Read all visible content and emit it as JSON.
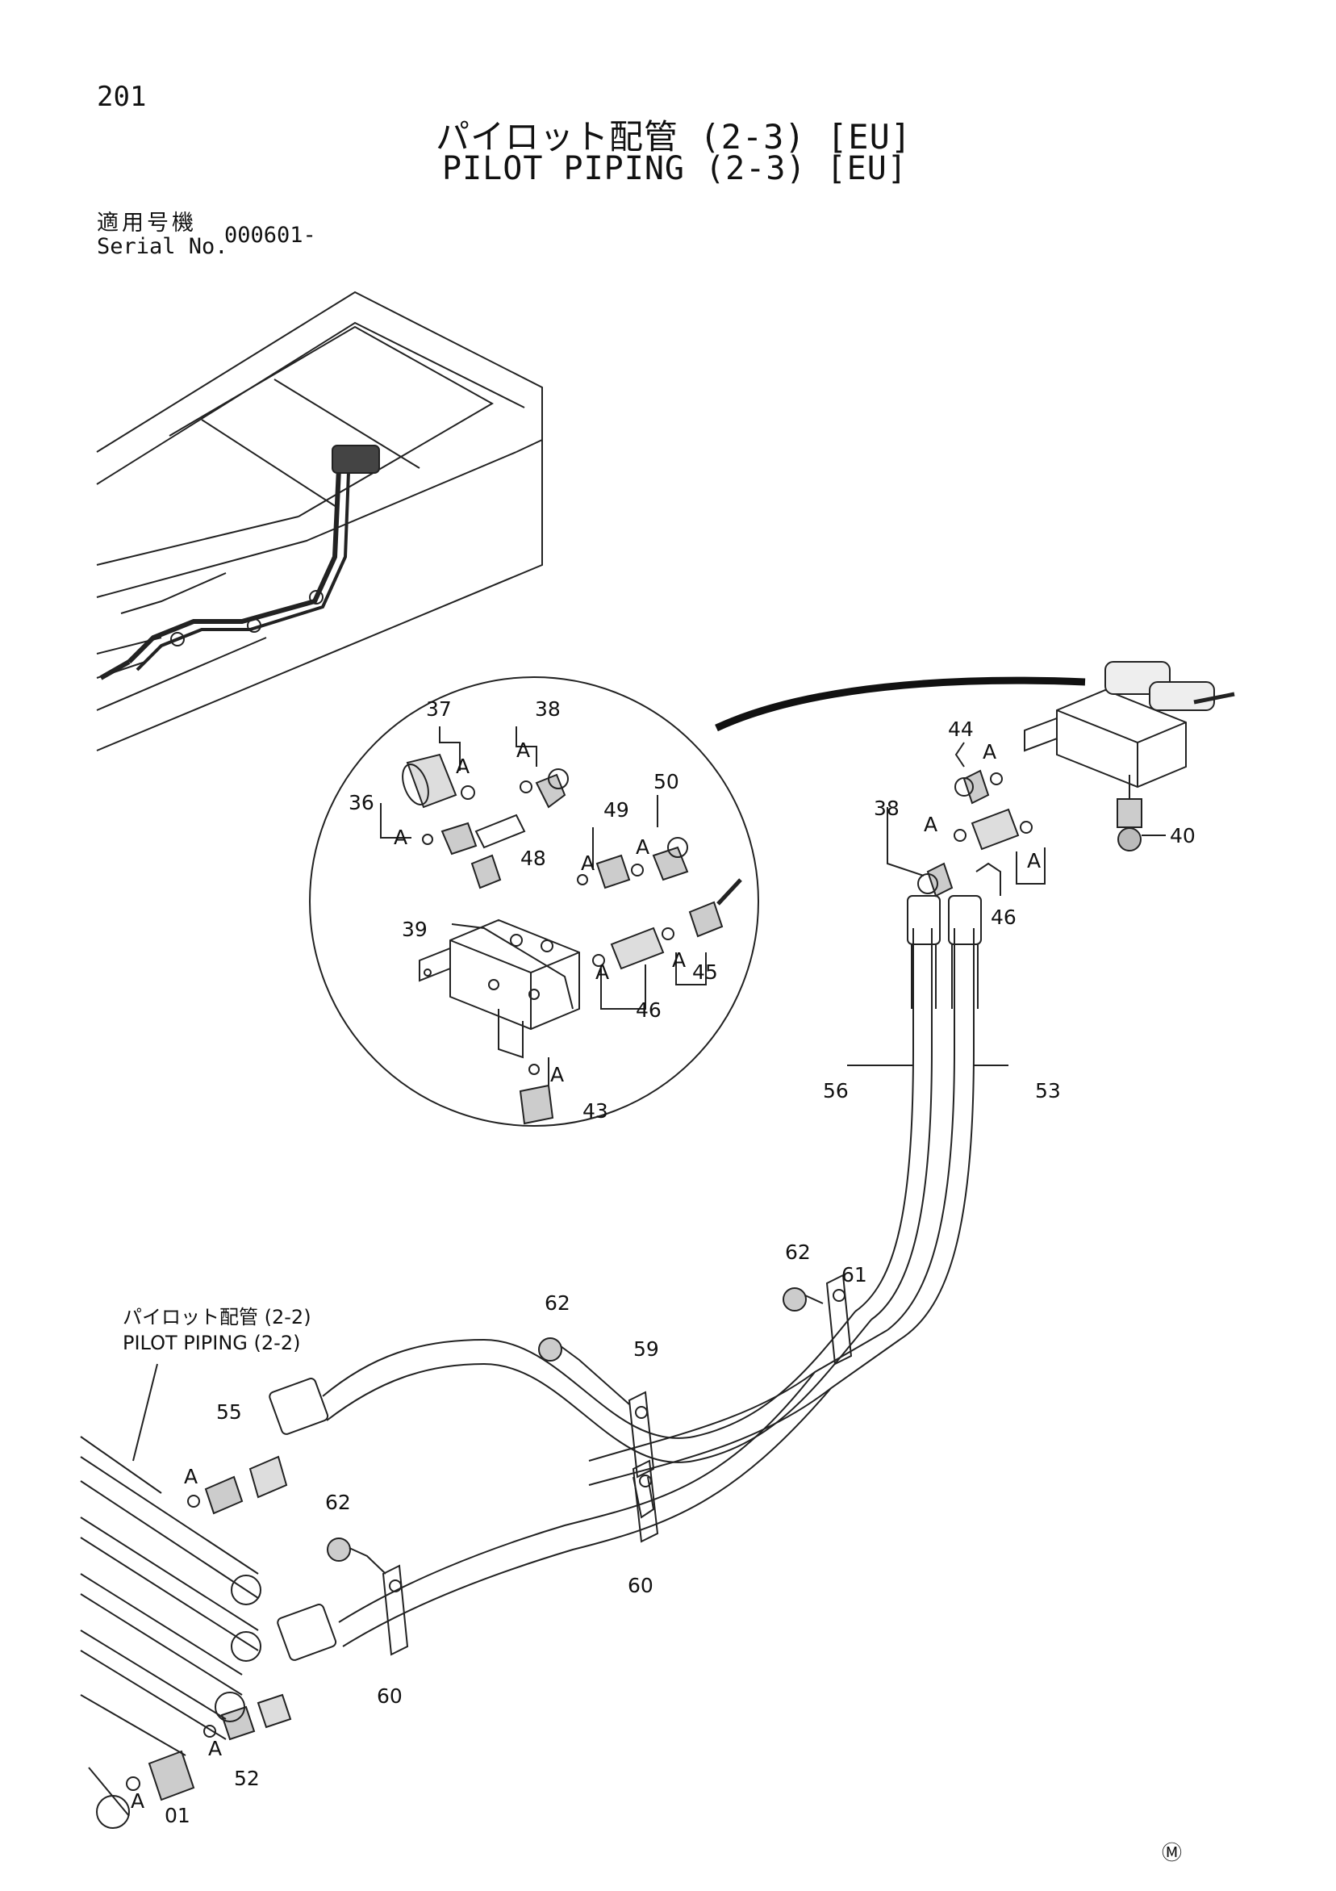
{
  "page_number": "201",
  "title_jp": "パイロット配管 (2-3) [EU]",
  "title_en": "PILOT PIPING (2-3) [EU]",
  "serial": {
    "label_jp": "適用号機",
    "label_en": "Serial No.",
    "value": "000601-"
  },
  "reference": {
    "line1": "パイロット配管 (2-2)",
    "line2": "PILOT PIPING (2-2)"
  },
  "parts": [
    "37",
    "38",
    "36",
    "48",
    "49",
    "50",
    "39",
    "46",
    "45",
    "43",
    "44",
    "38",
    "40",
    "46",
    "56",
    "53",
    "62",
    "62",
    "61",
    "59",
    "55",
    "62",
    "60",
    "60",
    "52",
    "01"
  ],
  "connection_mark": "A",
  "mark_symbol": "Ⓜ"
}
